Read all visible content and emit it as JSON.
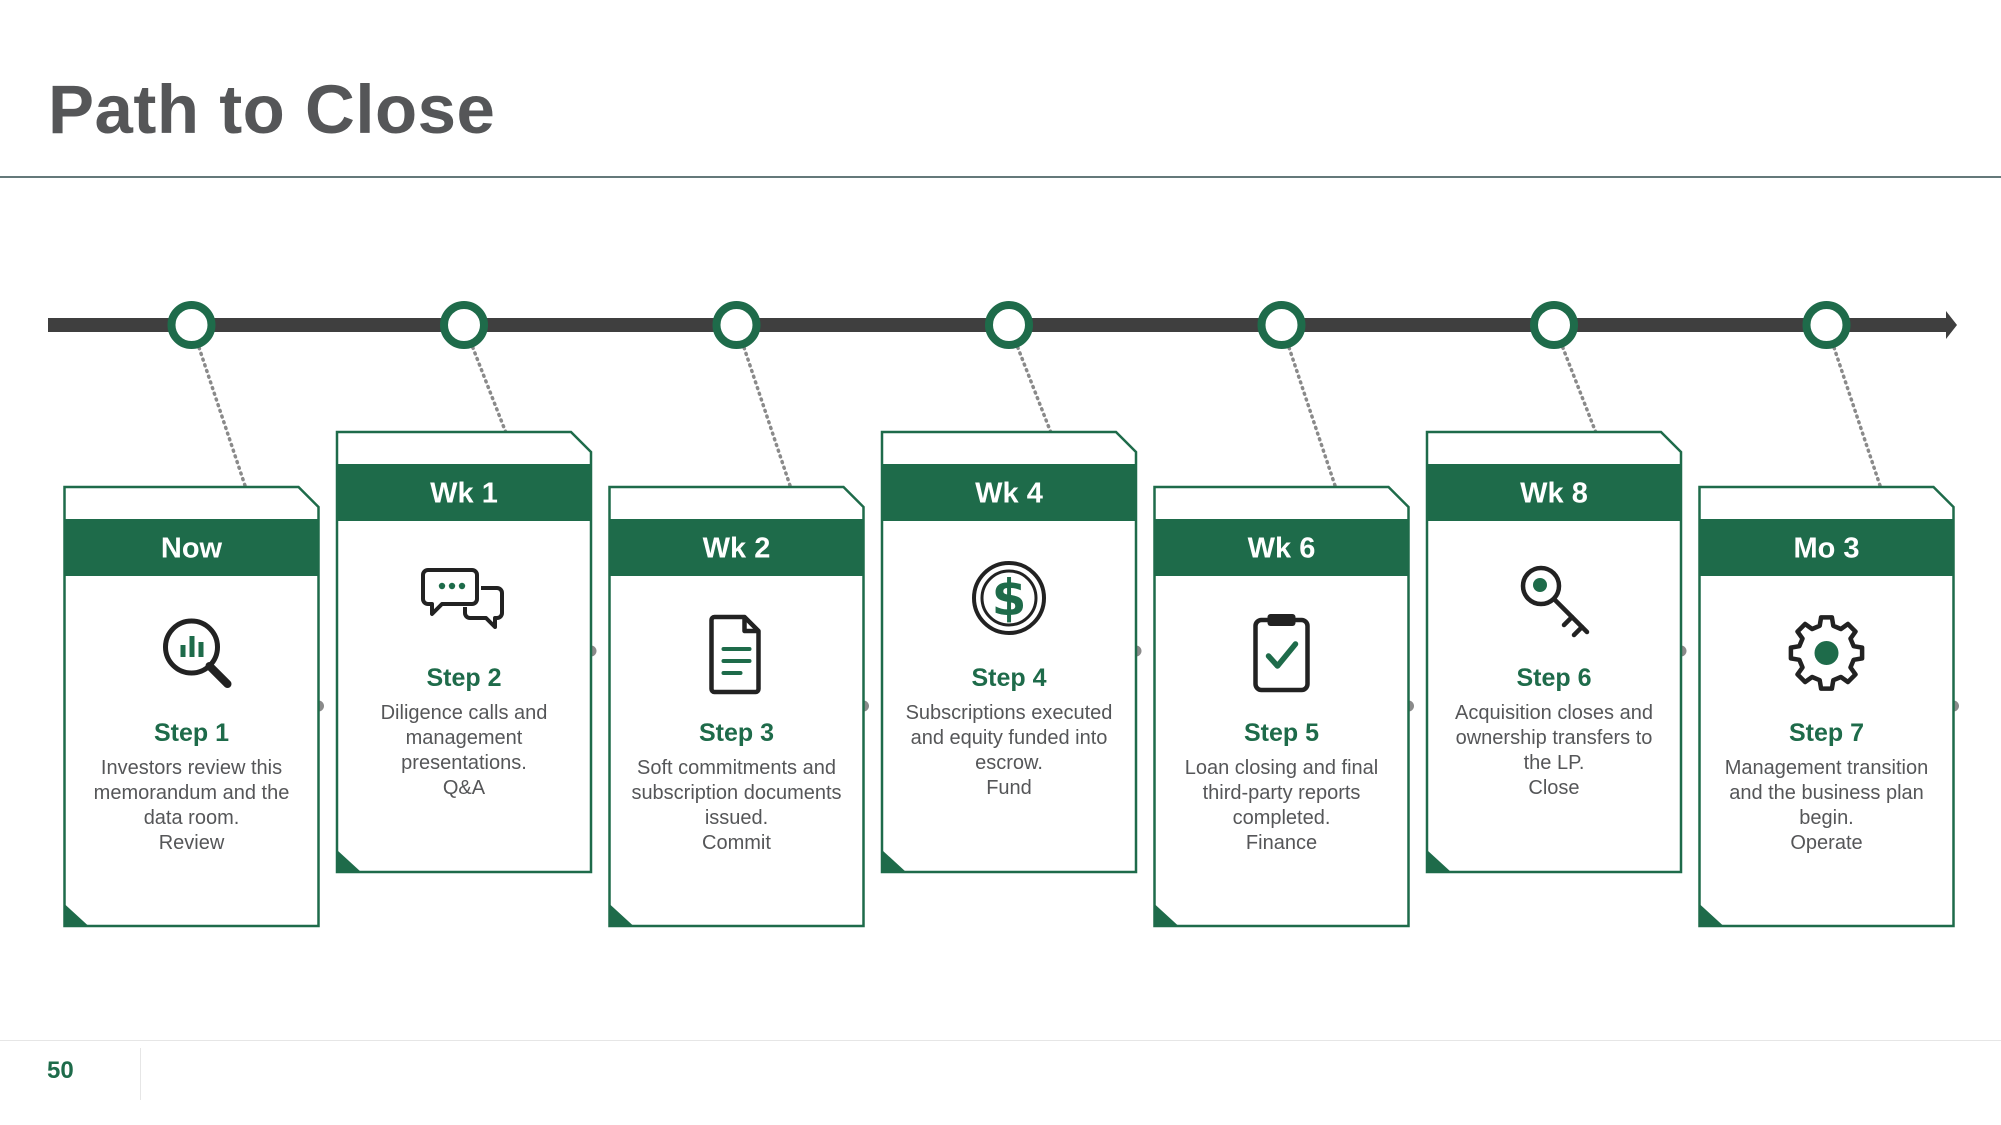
{
  "title": "Path to Close",
  "page_number": "50",
  "colors": {
    "accent_green": "#1e6b4a",
    "timeline_dark": "#3f3f3f",
    "title_gray": "#555658",
    "body_gray": "#555658",
    "connector_gray": "#8a8a8a"
  },
  "steps": [
    {
      "label": "Now",
      "step": "Step 1",
      "lines": [
        "Investors review this",
        "memorandum and the",
        "data room.",
        "Review"
      ],
      "icon": "magnifier-chart-icon"
    },
    {
      "label": "Wk 1",
      "step": "Step 2",
      "lines": [
        "Diligence calls and",
        "management",
        "presentations.",
        "Q&A"
      ],
      "icon": "chat-bubbles-icon"
    },
    {
      "label": "Wk 2",
      "step": "Step 3",
      "lines": [
        "Soft commitments and",
        "subscription documents",
        "issued.",
        "Commit"
      ],
      "icon": "document-icon"
    },
    {
      "label": "Wk 4",
      "step": "Step 4",
      "lines": [
        "Subscriptions executed",
        "and equity funded into",
        "escrow.",
        "Fund"
      ],
      "icon": "dollar-coin-icon"
    },
    {
      "label": "Wk 6",
      "step": "Step 5",
      "lines": [
        "Loan closing and final",
        "third-party reports",
        "completed.",
        "Finance"
      ],
      "icon": "clipboard-check-icon"
    },
    {
      "label": "Wk 8",
      "step": "Step 6",
      "lines": [
        "Acquisition closes and",
        "ownership transfers to",
        "the LP.",
        "Close"
      ],
      "icon": "key-icon"
    },
    {
      "label": "Mo 3",
      "step": "Step 7",
      "lines": [
        "Management transition",
        "and the business plan",
        "begin.",
        "Operate"
      ],
      "icon": "gear-icon"
    }
  ]
}
